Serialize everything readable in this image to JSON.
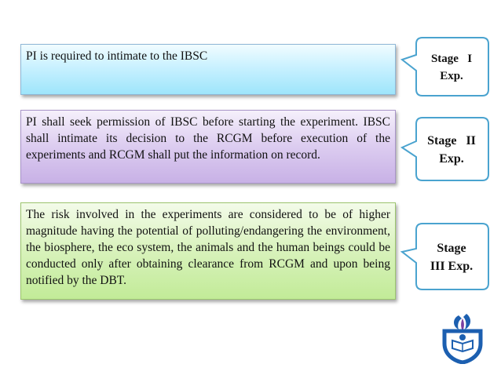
{
  "boxes": [
    {
      "text": "PI is required to intimate to the IBSC"
    },
    {
      "text": "PI shall seek permission of IBSC before starting the experiment. IBSC shall intimate its decision to the RCGM before execution of the experiments and RCGM shall put the information on record."
    },
    {
      "text": "The risk involved in the experiments are considered to be of higher magnitude having the potential of polluting/endangering the environment, the biosphere, the eco system, the animals and the human beings could be conducted only after obtaining clearance from RCGM and upon being notified by the DBT."
    }
  ],
  "callouts": [
    {
      "line1": "Stage   I",
      "line2": "Exp."
    },
    {
      "line1": "Stage   II",
      "line2": "Exp."
    },
    {
      "line1": "Stage",
      "line2": "III Exp."
    }
  ],
  "colors": {
    "callout_border": "#4aa3cf",
    "box1_fill": "#b3ebfd",
    "box2_fill": "#d5c3ec",
    "box3_fill": "#cfeeab",
    "logo_blue": "#1c5fb0"
  },
  "logo": {
    "icon": "institution-emblem-icon"
  }
}
